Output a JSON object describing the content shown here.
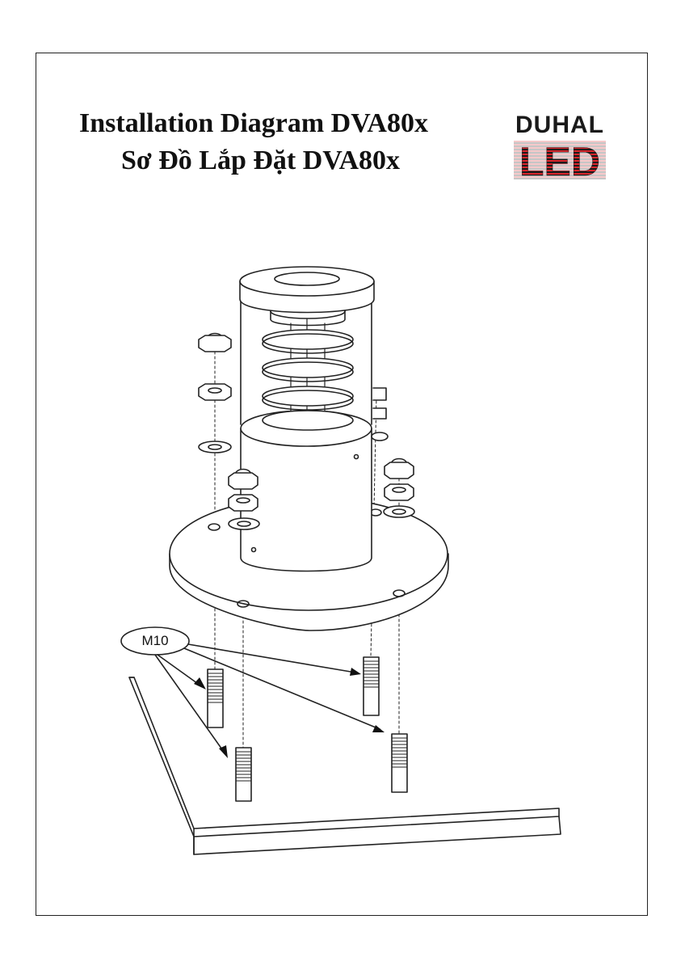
{
  "header": {
    "title_en": "Installation Diagram DVA80x",
    "title_vi": "Sơ Đồ Lắp Đặt DVA80x"
  },
  "logo": {
    "brand_top": "DUHAL",
    "brand_bottom": "LED",
    "colors": {
      "dark": "#1a1a1a",
      "red": "#d8262c"
    }
  },
  "callout": {
    "label": "M10"
  },
  "colors": {
    "line": "#222222",
    "fill": "#ffffff"
  }
}
